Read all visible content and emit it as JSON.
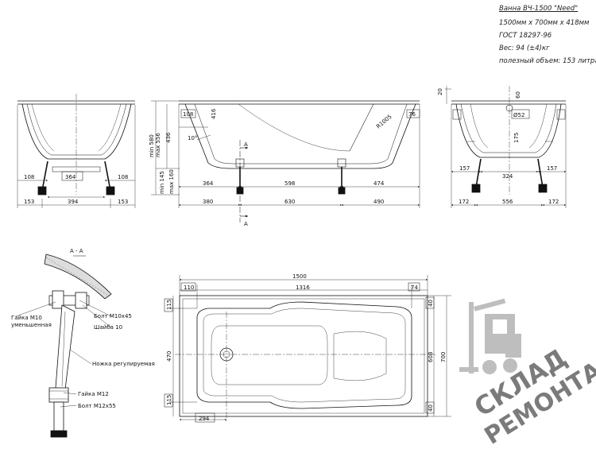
{
  "spec": {
    "model": "Ванна ВЧ-1500 \"Need\"",
    "size": "1500мм х 700мм х 418мм",
    "gost": "ГОСТ 18297-96",
    "weight": "Вес: 94 (±4)кг",
    "volume": "полезный объем: 153 литра"
  },
  "front": {
    "d1": "108",
    "d2": "364",
    "d3": "108",
    "d4": "153",
    "d5": "394",
    "d6": "153"
  },
  "side": {
    "d_108": "108",
    "d_416": "416",
    "d_10deg": "10°",
    "d_r1005": "R1005",
    "d_76": "76",
    "v_580": "min 580",
    "v_556": "max 556",
    "v_436": "436",
    "v_145": "min 145",
    "v_160": "max 160",
    "d_364": "364",
    "d_598": "598",
    "d_474": "474",
    "d_380": "380",
    "d_630": "630",
    "d_490": "490",
    "sec_a": "A"
  },
  "end": {
    "d_20": "20",
    "d_60": "60",
    "d_52": "Ø52",
    "d_175": "175",
    "d_157a": "157",
    "d_324": "324",
    "d_157b": "157",
    "d_172a": "172",
    "d_556": "556",
    "d_172b": "172"
  },
  "section": {
    "title": "А - А",
    "nut_m10": "Гайка М10",
    "nut_m10b": "уменьшенная",
    "bolt_m10": "Болт М10х45",
    "washer": "Шайба 10",
    "leg": "Ножка регулируемая",
    "nut_m12": "Гайка М12",
    "bolt_m12": "Болт М12х55"
  },
  "plan": {
    "d_1500": "1500",
    "d_110": "110",
    "d_1316": "1316",
    "d_74": "74",
    "d_115a": "115",
    "d_470": "470",
    "d_115b": "115",
    "d_40a": "40",
    "d_608": "608",
    "d_700": "700",
    "d_40b": "40",
    "d_294": "294"
  },
  "watermark": {
    "line1": "СКЛАД",
    "line2": "РЕМОНТА"
  }
}
